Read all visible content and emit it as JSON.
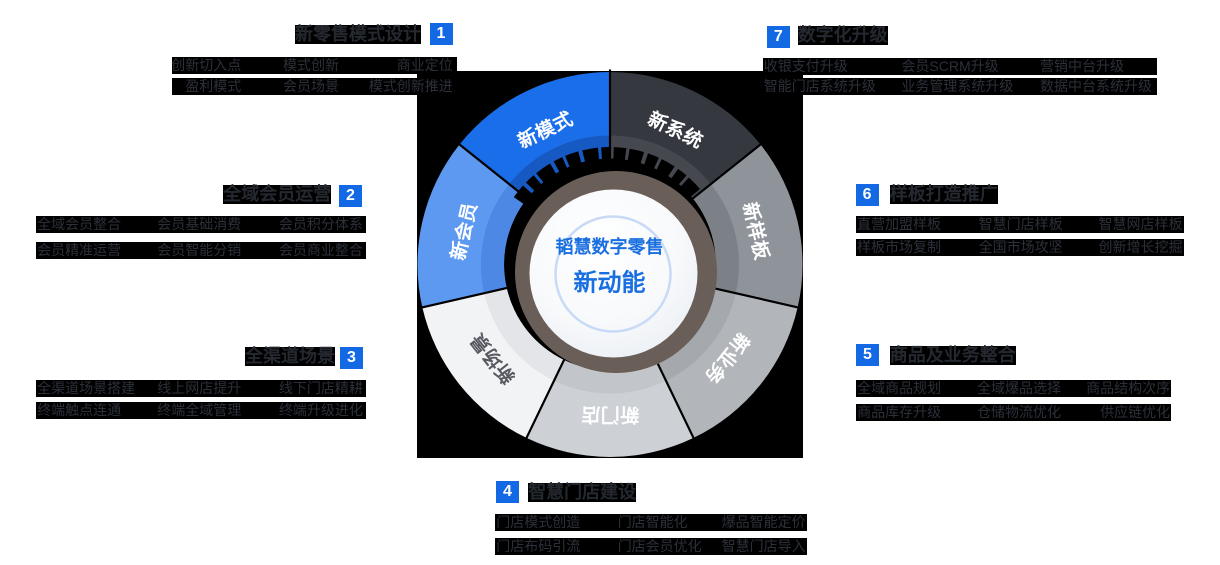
{
  "title": "韬慧数字零售 新动能",
  "center": {
    "line1": "韬慧数字零售",
    "line2": "新动能",
    "text_color": "#1a6fe0"
  },
  "chart_data": {
    "type": "pie",
    "title": "韬慧数字零售 新动能",
    "legend_position": "none",
    "segments": [
      {
        "label": "新系统",
        "value": 1,
        "label_color": "#ffffff",
        "color": "#35383e",
        "band_color": "#45484e"
      },
      {
        "label": "新样板",
        "value": 1,
        "label_color": "#ffffff",
        "color": "#8f949b",
        "band_color": "#7c8187"
      },
      {
        "label": "新业务",
        "value": 1,
        "label_color": "#ffffff",
        "color": "#b2b6bb",
        "band_color": "#a5a9ae"
      },
      {
        "label": "新门店",
        "value": 1,
        "label_color": "#ffffff",
        "color": "#cdd1d6",
        "band_color": "#c2c6cb"
      },
      {
        "label": "新场景",
        "value": 1,
        "label_color": "#565a60",
        "color": "#f2f3f5",
        "band_color": "#e3e5e8"
      },
      {
        "label": "新会员",
        "value": 1,
        "label_color": "#ffffff",
        "color": "#5d99f1",
        "band_color": "#4c88e4"
      },
      {
        "label": "新模式",
        "value": 1,
        "label_color": "#ffffff",
        "color": "#1b6ee9",
        "band_color": "#1759c2"
      }
    ]
  },
  "colors": {
    "chip_blue": "#1368e4",
    "ring": "#6a5f58",
    "highlight_box": "#000000",
    "item_text": "#2c3039",
    "title_text": "#24282f"
  },
  "sections": [
    {
      "num": "1",
      "title": "新零售模式设计",
      "items": [
        "创新切入点",
        "模式创新",
        "商业定位",
        "盈利模式",
        "会员场景",
        "模式创新推进"
      ]
    },
    {
      "num": "2",
      "title": "全域会员运营",
      "items": [
        "全域会员整合",
        "会员基础消费",
        "会员积分体系",
        "会员精准运营",
        "会员智能分销",
        "会员商业整合"
      ]
    },
    {
      "num": "3",
      "title": "全渠道场景",
      "items": [
        "全渠道场景搭建",
        "线上网店提升",
        "线下门店精耕",
        "终端触点连通",
        "终端全域管理",
        "终端升级进化"
      ]
    },
    {
      "num": "4",
      "title": "智慧门店建设",
      "items": [
        "门店模式创造",
        "门店智能化",
        "爆品智能定价",
        "门店布码引流",
        "门店会员优化",
        "智慧门店导入"
      ]
    },
    {
      "num": "5",
      "title": "商品及业务整合",
      "items": [
        "全域商品规划",
        "全域爆品选择",
        "商品结构次序",
        "商品库存升级",
        "仓储物流优化",
        "供应链优化"
      ]
    },
    {
      "num": "6",
      "title": "样板打造推广",
      "items": [
        "直营加盟样板",
        "智慧门店样板",
        "智慧网店样板",
        "样板市场复制",
        "全国市场攻坚",
        "创新增长挖掘"
      ]
    },
    {
      "num": "7",
      "title": "数字化升级",
      "items": [
        "收银支付升级",
        "会员SCRM升级",
        "营销中台升级",
        "智能门店系统升级",
        "业务管理系统升级",
        "数据中台系统升级"
      ]
    }
  ]
}
